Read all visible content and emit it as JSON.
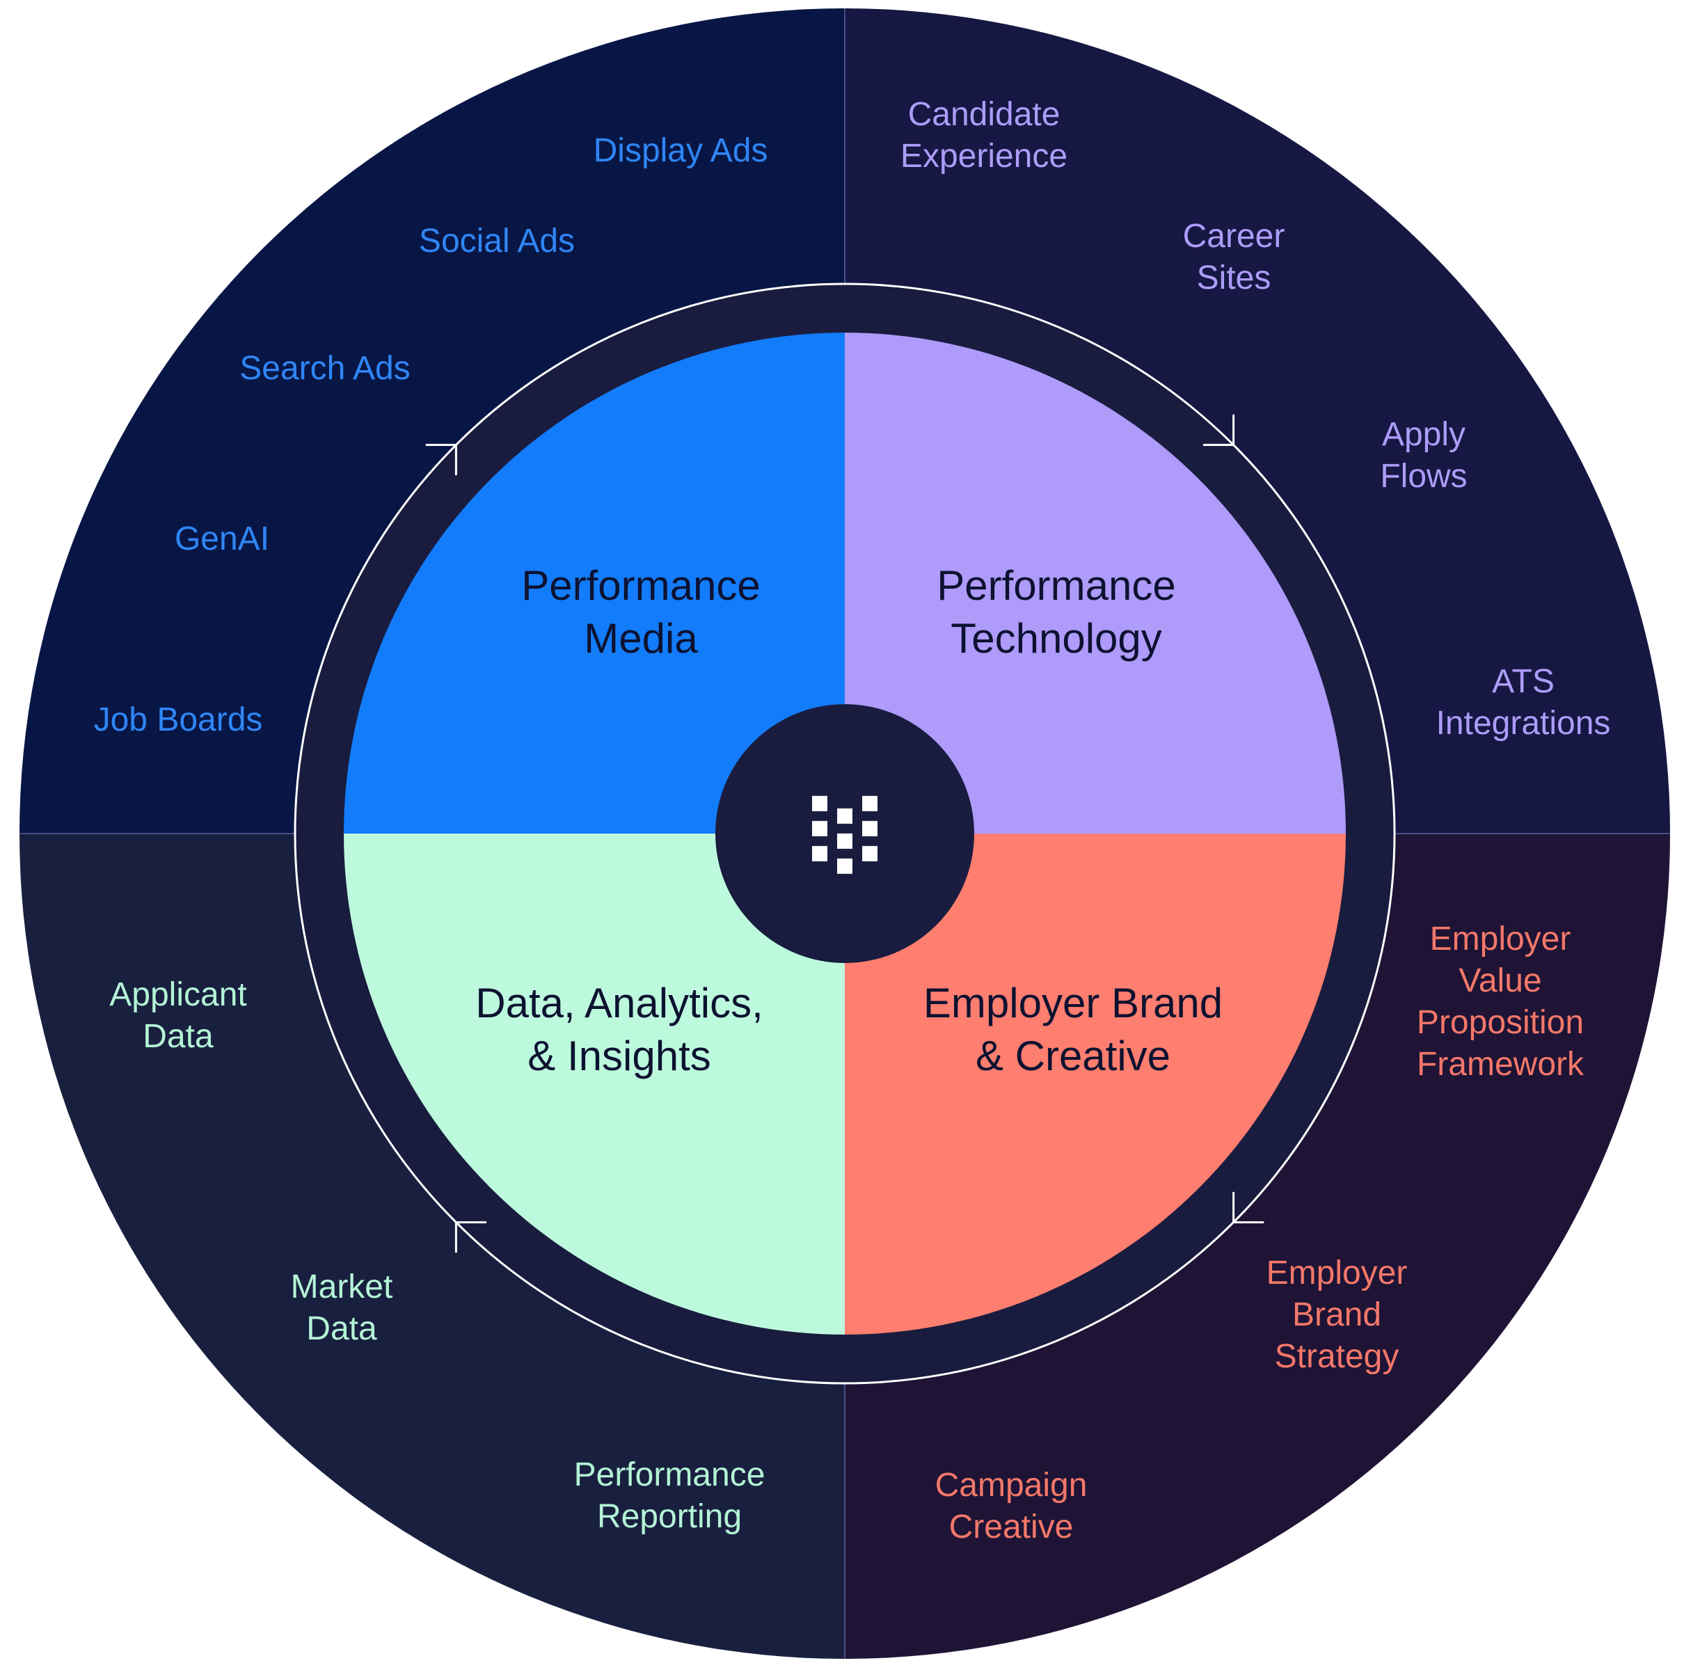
{
  "colors": {
    "outer_tl": "#081645",
    "outer_tr": "#171743",
    "outer_bl": "#19203f",
    "outer_br": "#1f1435",
    "band": "#191c3e",
    "center": "#191c3e",
    "media": "#137cfb",
    "technology": "#ae9bfa",
    "data": "#bdfadd",
    "brand": "#fe7e6f",
    "ring": "#ffffff"
  },
  "center": {
    "logo_icon": "logo-mark-icon"
  },
  "quadrants": [
    {
      "id": "media",
      "title_lines": [
        "Performance",
        "Media"
      ],
      "text_color": "#2f86f6",
      "items": [
        {
          "lines": [
            "Display Ads"
          ]
        },
        {
          "lines": [
            "Social Ads"
          ]
        },
        {
          "lines": [
            "Search Ads"
          ]
        },
        {
          "lines": [
            "GenAI"
          ]
        },
        {
          "lines": [
            "Job Boards"
          ]
        }
      ]
    },
    {
      "id": "technology",
      "title_lines": [
        "Performance",
        "Technology"
      ],
      "text_color": "#ad9cf8",
      "items": [
        {
          "lines": [
            "Candidate",
            "Experience"
          ]
        },
        {
          "lines": [
            "Career",
            "Sites"
          ]
        },
        {
          "lines": [
            "Apply",
            "Flows"
          ]
        },
        {
          "lines": [
            "ATS",
            "Integrations"
          ]
        }
      ]
    },
    {
      "id": "data",
      "title_lines": [
        "Data, Analytics,",
        "& Insights"
      ],
      "text_color": "#b4f4d6",
      "items": [
        {
          "lines": [
            "Applicant",
            "Data"
          ]
        },
        {
          "lines": [
            "Market",
            "Data"
          ]
        },
        {
          "lines": [
            "Performance",
            "Reporting"
          ]
        }
      ]
    },
    {
      "id": "brand",
      "title_lines": [
        "Employer Brand",
        "& Creative"
      ],
      "text_color": "#f4786a",
      "items": [
        {
          "lines": [
            "Employer",
            "Value",
            "Proposition",
            "Framework"
          ]
        },
        {
          "lines": [
            "Employer",
            "Brand",
            "Strategy"
          ]
        },
        {
          "lines": [
            "Campaign",
            "Creative"
          ]
        }
      ]
    }
  ]
}
